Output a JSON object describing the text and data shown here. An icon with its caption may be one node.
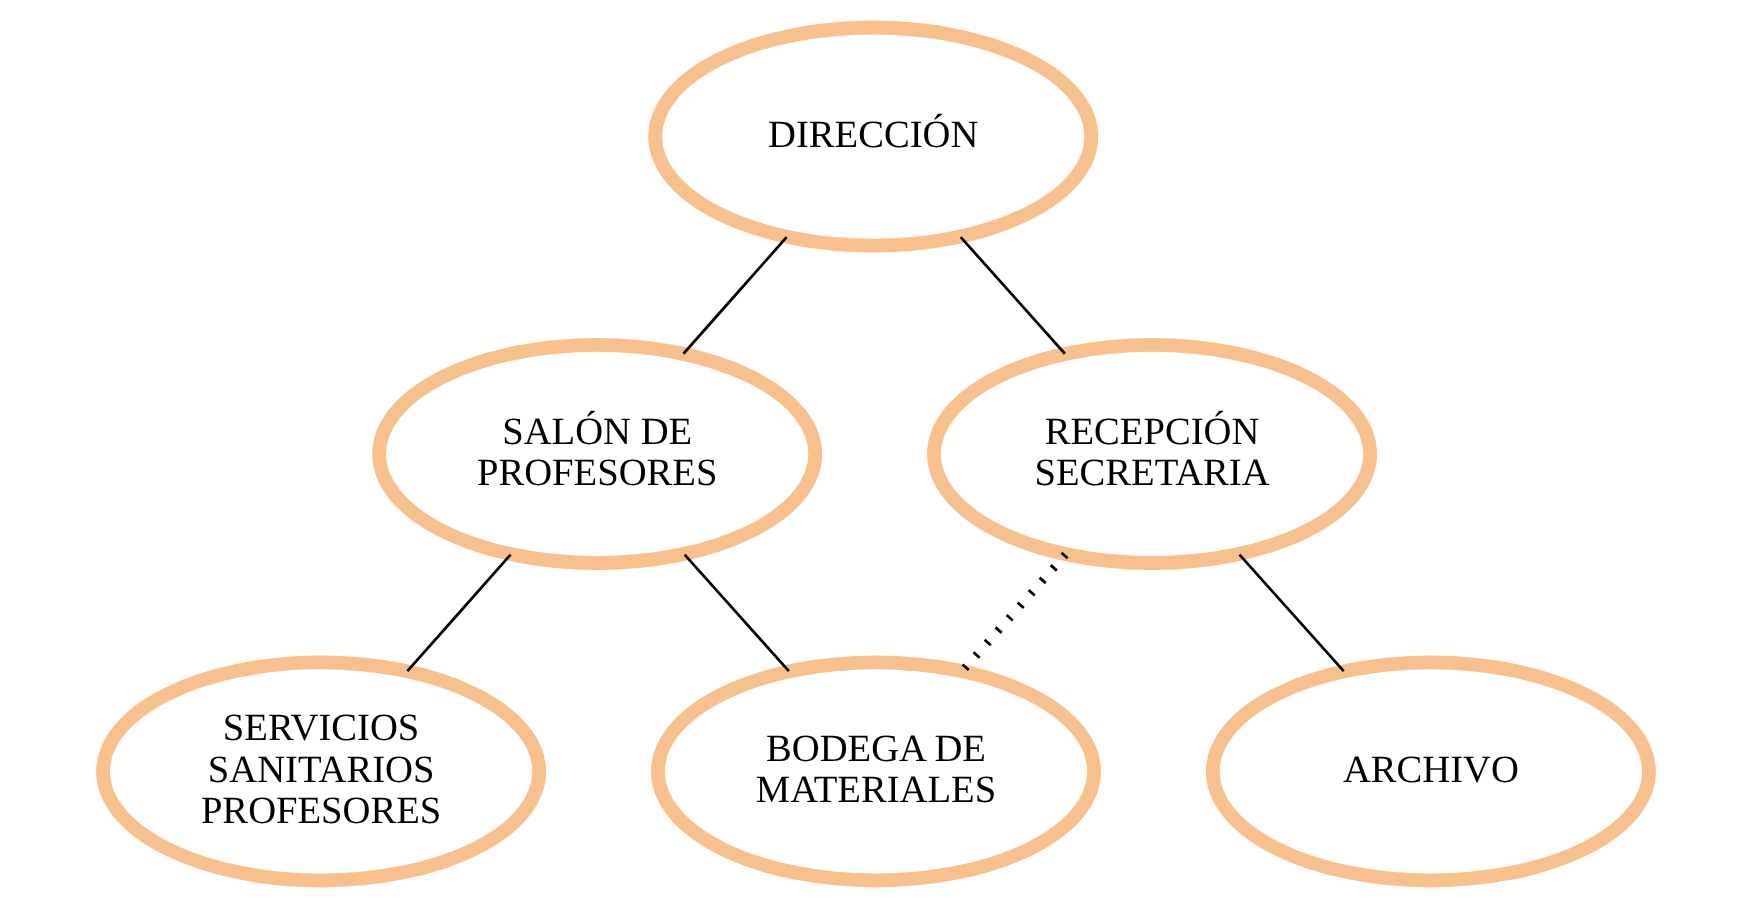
{
  "diagram": {
    "nodes": [
      {
        "text": [
          "DIRECCIÓN"
        ]
      },
      {
        "text": [
          "SALÓN DE PROFESORES"
        ]
      },
      {
        "text": [
          "RECEPCIÓN SECRETARIA"
        ]
      },
      {
        "text": [
          "ARCHIVO"
        ]
      },
      {
        "text": [
          "SERVICIOS SANITARIOS PROFESORES"
        ]
      },
      {
        "text": [
          "BODEGA DE MATERIALES"
        ]
      }
    ],
    "edges": [
      {
        "from": 0,
        "to": 1,
        "arrow": "none"
      },
      {
        "from": 0,
        "to": 2,
        "arrow": "none"
      },
      {
        "from": 2,
        "to": 3,
        "arrow": "none"
      },
      {
        "from": 1,
        "to": 4,
        "arrow": "none"
      },
      {
        "from": 1,
        "to": 5,
        "arrow": "none"
      },
      {
        "from": 2,
        "to": 5,
        "arrow": "none",
        "style": "dashed"
      }
    ]
  }
}
